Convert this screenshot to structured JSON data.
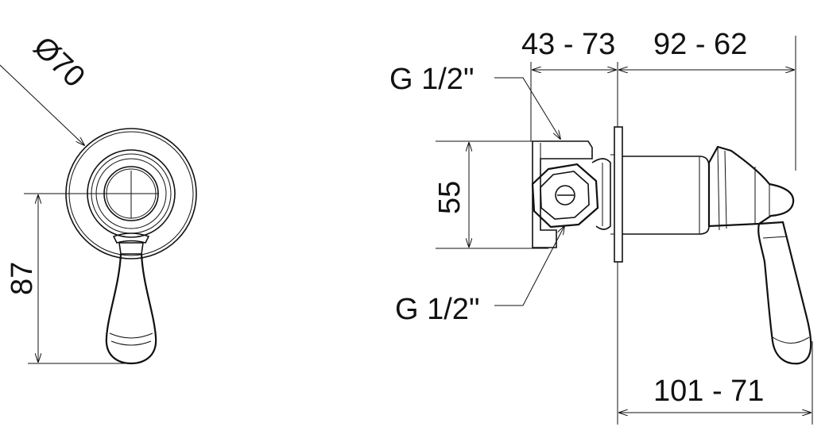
{
  "front_view": {
    "diameter_label": "Ø70",
    "height_label": "87"
  },
  "side_view": {
    "top_left_dim": "43 - 73",
    "top_right_dim": "92  - 62",
    "thread_top_label": "G  1/2\"",
    "thread_bottom_label": "G 1/2\"",
    "height_label": "55",
    "bottom_dim": "101 - 71"
  },
  "colors": {
    "line": "#111111",
    "background": "#ffffff"
  }
}
